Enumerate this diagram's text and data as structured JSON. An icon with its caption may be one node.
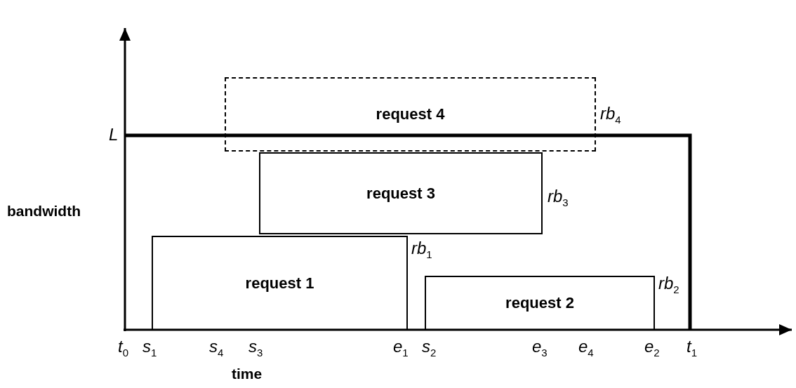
{
  "diagram": {
    "nodes": [
      {
        "text": [
          "request 4"
        ],
        "beside": [
          "*rb*$_{4}$"
        ]
      },
      {
        "text": [
          "request 3"
        ],
        "beside": [
          "*rb*$_{3}$"
        ]
      },
      {
        "text": [
          "request 1"
        ],
        "beside": [
          "*rb*$_{1}$"
        ]
      },
      {
        "text": [
          "request 2"
        ],
        "beside": [
          "*rb*$_{2}$"
        ]
      }
    ],
    "labels": [
      "*L*",
      "bandwidth",
      "*t*$_{0}$",
      "*s*$_{1}$",
      "*s*$_{4}$",
      "*s*$_{3}$",
      "*e*$_{1}$",
      "*s*$_{2}$",
      "*e*$_{3}$",
      "*e*$_{4}$",
      "*e*$_{2}$",
      "*t*$_{1}$",
      "time"
    ]
  }
}
